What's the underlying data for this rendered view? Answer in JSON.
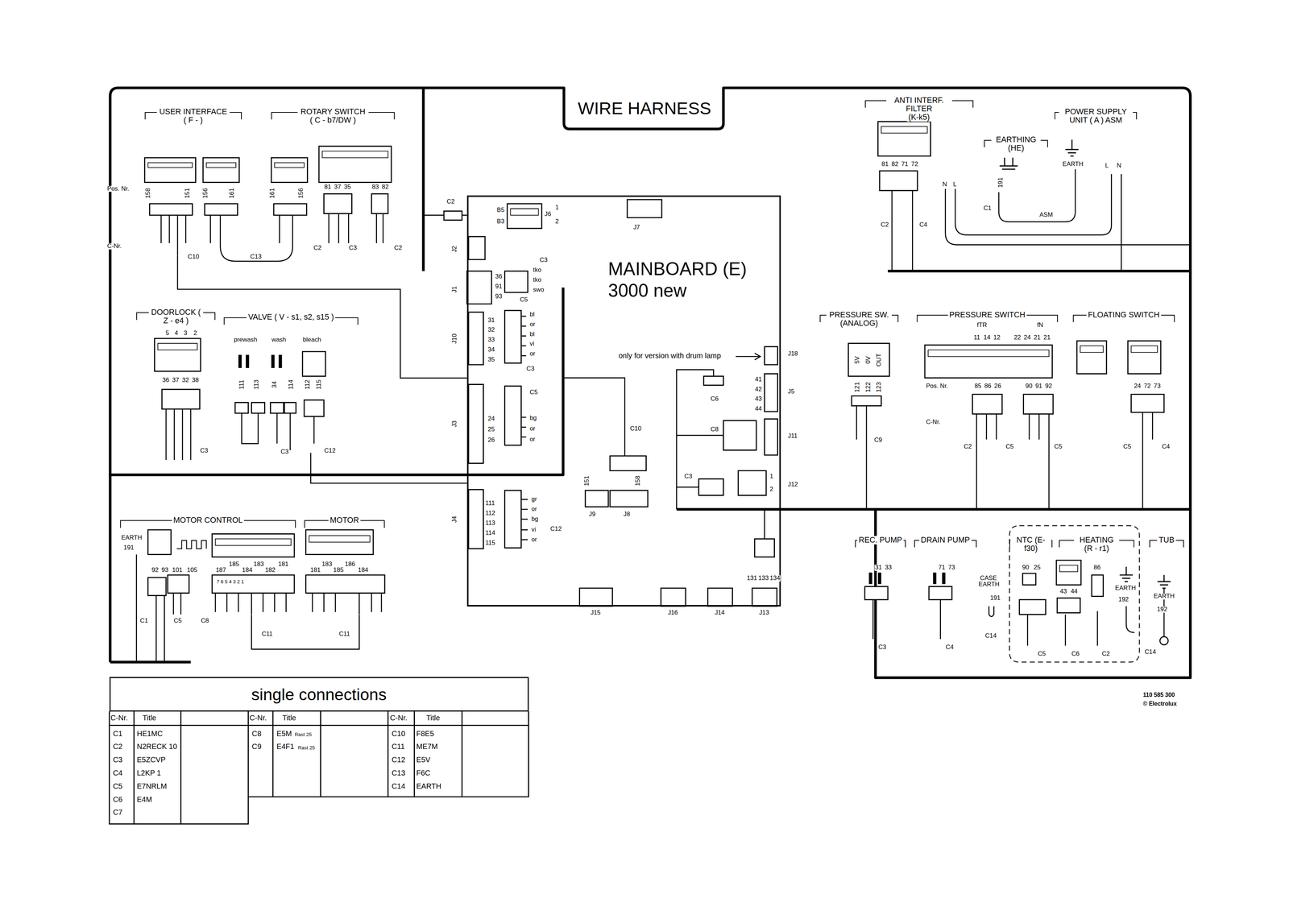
{
  "diagram": {
    "title": "WIRE HARNESS",
    "nodes": [
      {
        "text": [
          "USER INTERFACE ( F - )"
        ]
      },
      {
        "text": [
          "ROTARY SWITCH ( C - b7/DW )"
        ]
      },
      {
        "text": [
          "MAINBOARD (E) 3000 new"
        ]
      },
      {
        "text": [
          "ANTI INTERF. FILTER",
          "(K-k5)"
        ]
      },
      {
        "text": [
          "EARTHING (HE)"
        ]
      },
      {
        "text": [
          "POWER SUPPLY UNIT ( A ) ASM"
        ]
      },
      {
        "text": [
          "DOORLOCK ( Z - e4 )"
        ]
      },
      {
        "text": [
          "VALVE ( V - s1, s2, s15 )"
        ]
      },
      {
        "text": [
          "PRESSURE SW. (ANALOG)"
        ]
      },
      {
        "text": [
          "PRESSURE SWITCH"
        ]
      },
      {
        "text": [
          "FLOATING SWITCH"
        ]
      },
      {
        "text": [
          "MOTOR CONTROL"
        ]
      },
      {
        "text": [
          "MOTOR"
        ]
      },
      {
        "text": [
          "REC. PUMP"
        ]
      },
      {
        "text": [
          "DRAIN PUMP"
        ]
      },
      {
        "text": [
          "NTC (E-f30)"
        ]
      },
      {
        "text": [
          "HEATING (R - r1)"
        ]
      },
      {
        "text": [
          "TUB"
        ]
      },
      {
        "text": [
          "single connections"
        ]
      }
    ],
    "edges": [
      {
        "from": 0,
        "to": 2,
        "arrow": "none"
      },
      {
        "from": 7,
        "to": 2,
        "arrow": "none"
      },
      {
        "from": 11,
        "to": 12,
        "arrow": "none"
      }
    ],
    "labels": [
      "Pos. Nr.",
      "158",
      "151",
      "156",
      "161",
      "161",
      "156",
      "81",
      "37",
      "35",
      "83",
      "82",
      "C-Nr.",
      "C10",
      "C13",
      "C2",
      "C3",
      "C2",
      "C2",
      "B5",
      "B3",
      "J6",
      "1",
      "2",
      "J7",
      "36",
      "91",
      "93",
      "C3",
      "tko",
      "tko",
      "swo",
      "C5",
      "J2",
      "J1",
      "J10",
      "J3",
      "J4",
      "31",
      "32",
      "33",
      "34",
      "35",
      "bl",
      "or",
      "bl",
      "vi",
      "or",
      "C3",
      "C5",
      "24",
      "25",
      "26",
      "bg",
      "or",
      "or",
      "only for version with drum lamp",
      "J18",
      "C6",
      "41",
      "42",
      "43",
      "44",
      "J5",
      "C8",
      "J11",
      "C10",
      "C3",
      "1",
      "2",
      "J12",
      "111",
      "112",
      "113",
      "114",
      "115",
      "gr",
      "or",
      "bg",
      "vi",
      "or",
      "C12",
      "J9",
      "J8",
      "131",
      "133",
      "134",
      "J15",
      "J16",
      "J14",
      "J13",
      "151",
      "158",
      "5",
      "4",
      "3",
      "2",
      "prewash",
      "wash",
      "bleach",
      "36",
      "37",
      "32",
      "38",
      "C3",
      "C3",
      "C12",
      "111",
      "113",
      "34",
      "114",
      "112",
      "115",
      "EARTH",
      "191",
      "92",
      "93",
      "101",
      "105",
      "187",
      "185",
      "184",
      "183",
      "182",
      "181",
      "181",
      "183",
      "185",
      "186",
      "184",
      "C1",
      "C5",
      "C8",
      "C11",
      "C11",
      "7 6 5 4 3 2 1",
      "81",
      "82",
      "71",
      "72",
      "N",
      "L",
      "C2",
      "C4",
      "C1",
      "ASM",
      "EARTH",
      "L",
      "N",
      "191",
      "fTR",
      "fN",
      "11",
      "14",
      "12",
      "22",
      "24",
      "21",
      "21",
      "Pos. Nr.",
      "85",
      "86",
      "26",
      "90",
      "91",
      "92",
      "C-Nr.",
      "C2",
      "C5",
      "C5",
      "24",
      "72",
      "73",
      "C5",
      "C4",
      "C9",
      "5V",
      "0V",
      "OUT",
      "121",
      "122",
      "123",
      "31",
      "33",
      "71",
      "73",
      "C3",
      "C4",
      "CASE EARTH",
      "191",
      "C14",
      "90",
      "25",
      "43",
      "44",
      "86",
      "C5",
      "C6",
      "C2",
      "EARTH",
      "192",
      "EARTH",
      "192",
      "C14",
      "110 585 300",
      "© Electrolux",
      "C-Nr.",
      "Title",
      "C-Nr.",
      "Title",
      "C-Nr.",
      "Title",
      "C1",
      "HE1MC",
      "C2",
      "N2RECK 10",
      "C3",
      "E5ZCVP",
      "C4",
      "L2KP 1",
      "C5",
      "E7NRLM",
      "C6",
      "E4M",
      "C7",
      "C8",
      "E5M",
      "Rast 25",
      "C9",
      "E4F1",
      "Rast 25",
      "C10",
      "F8E5",
      "C11",
      "ME7M",
      "C12",
      "E5V",
      "C13",
      "F6C",
      "C14",
      "EARTH"
    ]
  }
}
